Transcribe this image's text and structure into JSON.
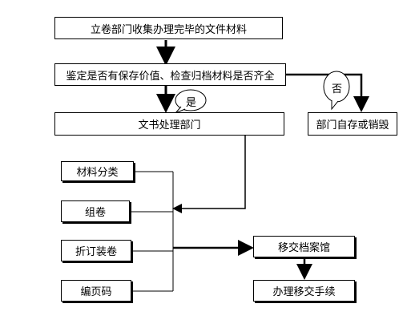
{
  "nodes": {
    "collect": "立卷部门收集办理完毕的文件材料",
    "appraise": "鉴定是否有保存价值、检查归档材料是否齐全",
    "doc_dept": "文书处理部门",
    "dept_store": "部门自存或销毁",
    "classify": "材料分类",
    "group": "组卷",
    "bind": "折订装卷",
    "paging": "编页码",
    "transfer": "移交档案馆",
    "procedure": "办理移交手续"
  },
  "labels": {
    "yes": "是",
    "no": "否"
  }
}
